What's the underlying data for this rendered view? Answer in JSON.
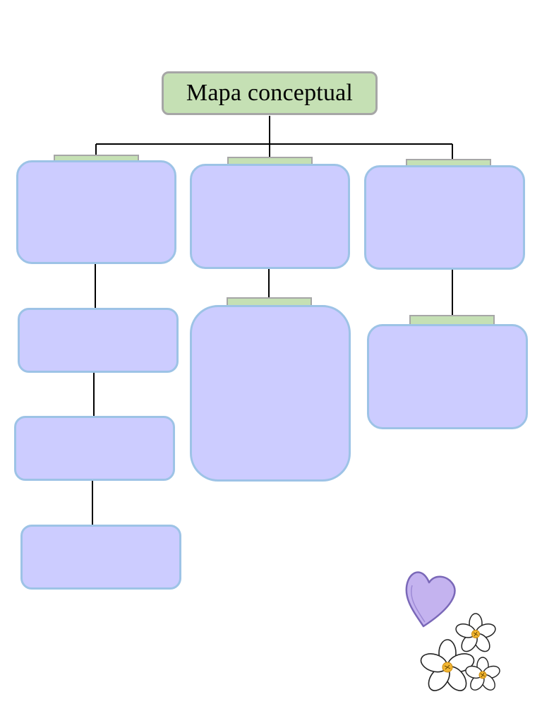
{
  "diagram": {
    "title": "Mapa conceptual",
    "colors": {
      "title_fill": "#c5e0b4",
      "title_border": "#a6a6a6",
      "node_fill": "#ccccff",
      "node_border": "#9dc3e6",
      "tab_fill": "#c5e0b4",
      "connector": "#000000"
    },
    "columns": [
      {
        "name": "left",
        "boxes": 4,
        "labels": [
          "",
          "",
          "",
          ""
        ]
      },
      {
        "name": "center",
        "boxes": 2,
        "labels": [
          "",
          ""
        ]
      },
      {
        "name": "right",
        "boxes": 2,
        "labels": [
          "",
          ""
        ]
      }
    ],
    "decoration": [
      "heart-icon",
      "flower-icon",
      "flower-icon",
      "flower-icon"
    ]
  }
}
